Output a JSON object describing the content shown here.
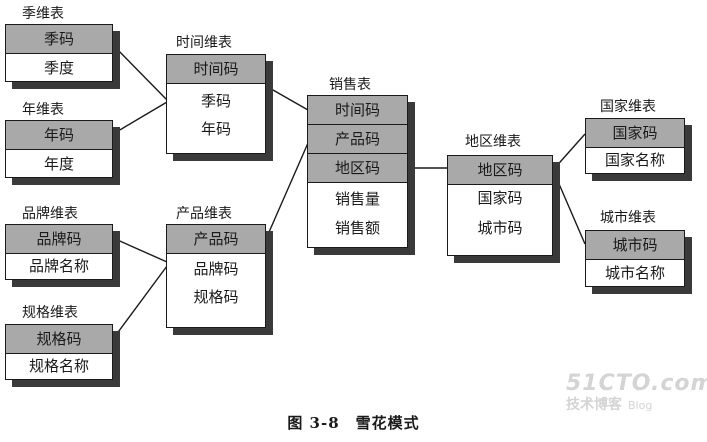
{
  "tables": {
    "quarter": {
      "title": "季维表",
      "key": "季码",
      "fields": [
        "季度"
      ]
    },
    "year": {
      "title": "年维表",
      "key": "年码",
      "fields": [
        "年度"
      ]
    },
    "time": {
      "title": "时间维表",
      "key": "时间码",
      "fields": [
        "季码",
        "年码"
      ]
    },
    "brand": {
      "title": "品牌维表",
      "key": "品牌码",
      "fields": [
        "品牌名称"
      ]
    },
    "spec": {
      "title": "规格维表",
      "key": "规格码",
      "fields": [
        "规格名称"
      ]
    },
    "product": {
      "title": "产品维表",
      "key": "产品码",
      "fields": [
        "品牌码",
        "规格码"
      ]
    },
    "sales": {
      "title": "销售表",
      "keys": [
        "时间码",
        "产品码",
        "地区码"
      ],
      "fields": [
        "销售量",
        "销售额"
      ]
    },
    "region": {
      "title": "地区维表",
      "key": "地区码",
      "fields": [
        "国家码",
        "城市码"
      ]
    },
    "country": {
      "title": "国家维表",
      "key": "国家码",
      "fields": [
        "国家名称"
      ]
    },
    "city": {
      "title": "城市维表",
      "key": "城市码",
      "fields": [
        "城市名称"
      ]
    }
  },
  "caption": "图 3-8　雪花模式",
  "watermark": {
    "brand": "51CTO.com",
    "sub": "技术博客",
    "blog": "Blog"
  }
}
